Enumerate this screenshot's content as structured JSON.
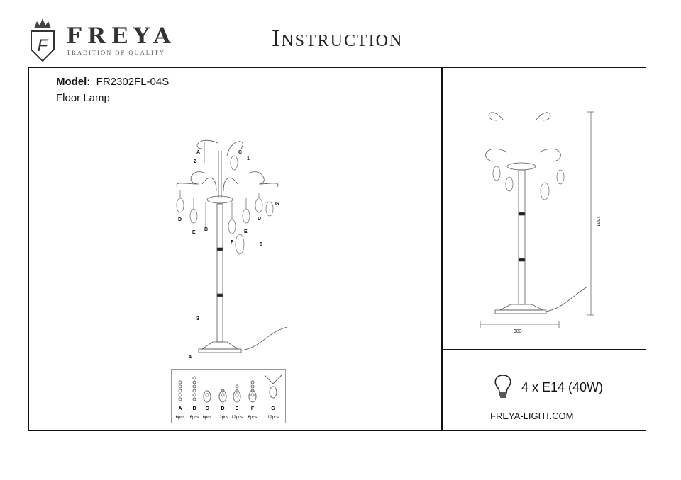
{
  "header": {
    "brand": "FREYA",
    "tagline": "TRADITION OF QUALITY",
    "logo_letter": "F",
    "title": "Instruction"
  },
  "product": {
    "model_label": "Model:",
    "model_value": "FR2302FL-04S",
    "type": "Floor Lamp"
  },
  "diagram": {
    "callouts": [
      "1",
      "2",
      "3",
      "4",
      "5"
    ],
    "crystal_labels": [
      "A",
      "C",
      "D",
      "E",
      "B",
      "F",
      "E",
      "D",
      "G"
    ],
    "parts": [
      {
        "letter": "A",
        "qty": "6pcs"
      },
      {
        "letter": "B",
        "qty": "6pcs"
      },
      {
        "letter": "C",
        "qty": "6pcs"
      },
      {
        "letter": "D",
        "qty": "12pcs"
      },
      {
        "letter": "E",
        "qty": "12pcs"
      },
      {
        "letter": "F",
        "qty": "6pcs"
      },
      {
        "letter": "G",
        "qty": "12pcs"
      }
    ]
  },
  "dimensions": {
    "height": "1551",
    "width": "383"
  },
  "specs": {
    "bulb_icon": "bulb-icon",
    "bulbs": "4 x E14 (40W)",
    "website": "FREYA-LIGHT.COM"
  }
}
